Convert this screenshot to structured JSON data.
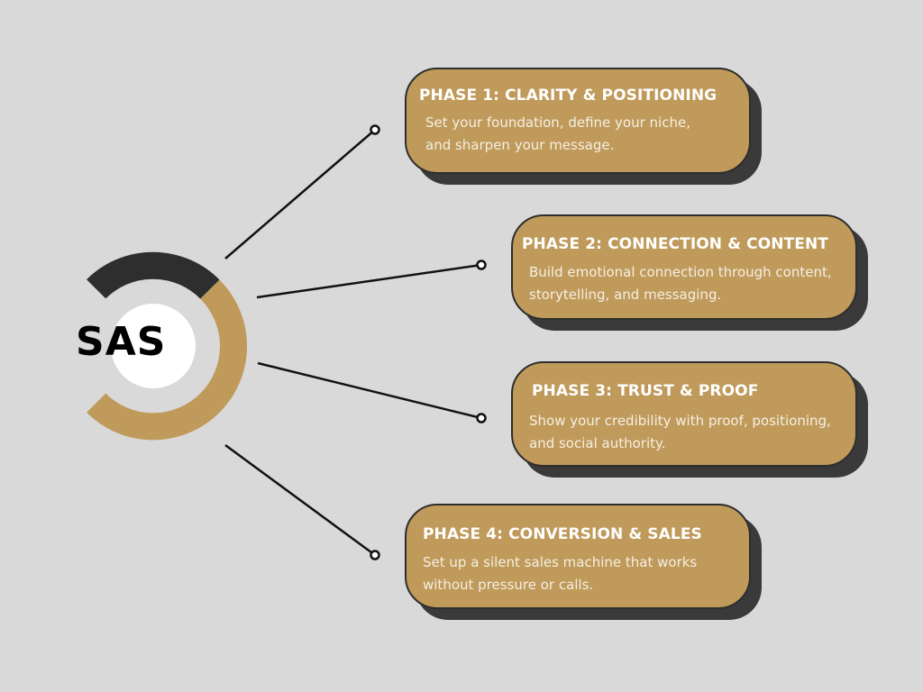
{
  "center": {
    "label": "SAS"
  },
  "colors": {
    "background": "#d9d9d9",
    "gold": "#bf9a5a",
    "dark": "#2e2e2e",
    "shadow": "#3a3a3a"
  },
  "phases": [
    {
      "title": "PHASE 1: CLARITY & POSITIONING",
      "lines": [
        "Set your foundation, define your niche,",
        "and sharpen your message."
      ]
    },
    {
      "title": "PHASE 2: CONNECTION & CONTENT",
      "lines": [
        "Build emotional connection through content,",
        "storytelling, and messaging."
      ]
    },
    {
      "title": "PHASE 3: TRUST & PROOF",
      "lines": [
        " Show your credibility with proof, positioning,",
        "and social authority."
      ]
    },
    {
      "title": "PHASE 4: CONVERSION & SALES",
      "lines": [
        " Set up a silent sales machine that works",
        "without pressure or calls."
      ]
    }
  ]
}
